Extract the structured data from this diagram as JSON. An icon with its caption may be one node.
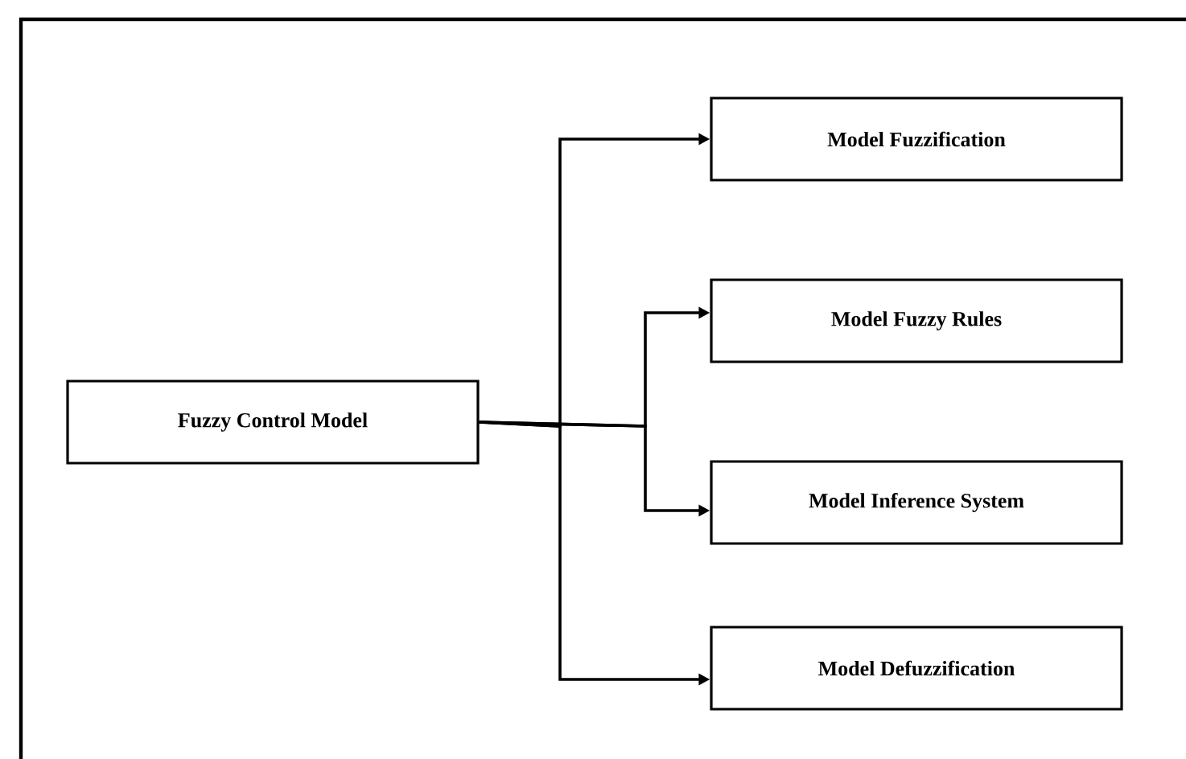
{
  "diagram": {
    "nodes": [
      {
        "text": [
          "Fuzzy Control Model"
        ]
      },
      {
        "text": [
          "Model Fuzzification"
        ]
      },
      {
        "text": [
          "Model Fuzzy Rules"
        ]
      },
      {
        "text": [
          "Model Inference System"
        ]
      },
      {
        "text": [
          "Model Defuzzification"
        ]
      }
    ],
    "edges": [
      {
        "from": 0,
        "to": 1,
        "arrow": "to"
      },
      {
        "from": 0,
        "to": 2,
        "arrow": "to"
      },
      {
        "from": 0,
        "to": 3,
        "arrow": "to"
      },
      {
        "from": 0,
        "to": 4,
        "arrow": "to"
      }
    ]
  }
}
